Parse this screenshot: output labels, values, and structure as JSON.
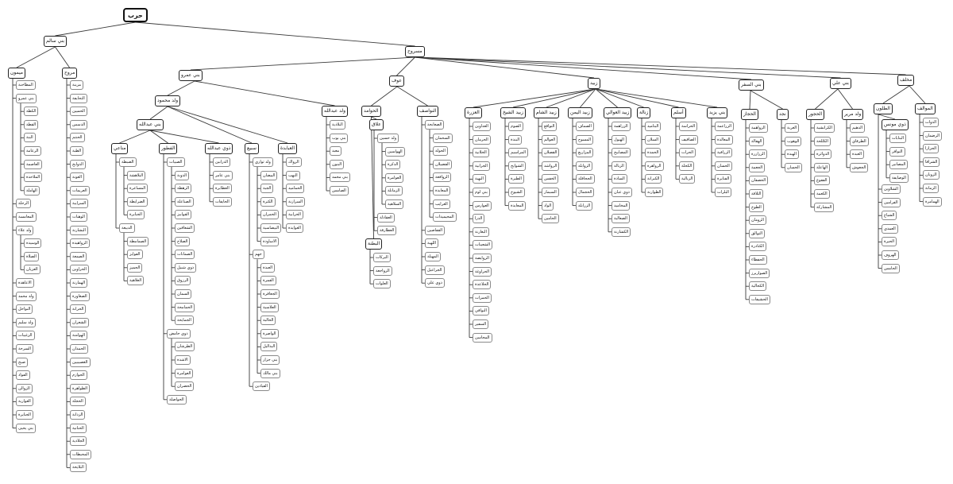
{
  "root": "حرب",
  "groups": [
    {
      "name": "بني سالم",
      "children": [
        {
          "name": "ميمون",
          "children": [
            "المطاحنة",
            {
              "name": "بني عمرو",
              "children": [
                "الكطة",
                "القطة",
                "البنة",
                "الرعامة",
                "العاصمة",
                "الملاحدة",
                "الهاملة"
              ]
            },
            "الرحلة",
            "المعامسة",
            {
              "name": "ولد علاء",
              "children": [
                "الوسيدة",
                "الصلاة",
                "العزيان"
              ]
            },
            "الاعاهدة",
            "ولد محمد",
            "النواحل",
            "ولد سليم",
            "الزغيبات",
            "السرحة",
            "صبح",
            "الفواد",
            "الزوالن",
            "العوارية",
            "الجبايرة",
            "بني يحيى"
          ]
        },
        {
          "name": "مروح",
          "children": [
            "مزينة",
            "التحايفة",
            "الحميين",
            "الدسس",
            "الحنتم",
            "الطبة",
            "الدوايج",
            "العونة",
            "العريمات",
            "السرايبة",
            "الوهبات",
            "البشارنة",
            "الزواهيدة",
            "الصمعة",
            "الحراوين",
            "الهمارنة",
            "الصغاورة",
            "الحرانة",
            "الشعران",
            "الهوامنة",
            "الحمدان",
            "الغصيبيين",
            "الجوازم",
            "الظواهرة",
            "الحجلة",
            "الزدانة",
            "الحنانية",
            "الجلادية",
            "المحيطات",
            "البلايحة"
          ]
        }
      ]
    },
    {
      "name": "مسروح",
      "children": [
        {
          "name": "بني عمرو",
          "children": [
            {
              "name": "ولد محمود",
              "children": [
                {
                  "name": "بني عبدالله",
                  "children": [
                    {
                      "name": "مناعي",
                      "children": [
                        {
                          "name": "الضبطة",
                          "children": [
                            "البلاهشة",
                            "المساعرة",
                            "الضرايطة",
                            "الجبابرة"
                          ]
                        },
                        {
                          "name": "الدبيغة",
                          "children": [
                            "الصمامطة",
                            "القوايز",
                            "الحميز",
                            "العلاهية"
                          ]
                        }
                      ]
                    },
                    {
                      "name": "الفطور",
                      "children": [
                        {
                          "name": "الصبيات",
                          "children": [
                            "الدوبة",
                            "الرهطة",
                            "الصناعلة",
                            "القوابيز",
                            "الشعافين",
                            "الصلاح",
                            "الصمانات",
                            "ذوي شبيل",
                            "الرزوق",
                            "السمان",
                            "الحمامحة",
                            "الجمايحة"
                          ]
                        },
                        {
                          "name": "ذوي حامض",
                          "children": [
                            "الطرشان",
                            "الاشدة",
                            "العوامرة",
                            "الحضران"
                          ]
                        },
                        "الحواصلة"
                      ]
                    },
                    {
                      "name": "ذوي عبدالله",
                      "children": [
                        "الدرابين",
                        "بني عامر",
                        "العطابرة",
                        "الحايفات"
                      ]
                    }
                  ]
                },
                {
                  "name": "سبيع",
                  "children": [
                    {
                      "name": "ولد ثواري",
                      "children": [
                        "البيضان",
                        "الجبة",
                        "الكترة",
                        "الحمران",
                        "البيضاسية",
                        "الاساودة"
                      ]
                    },
                    {
                      "name": "جهم",
                      "children": [
                        "العبدة",
                        "القمرة",
                        "الجعافرة",
                        "العلاسية",
                        "الخالبة",
                        "الواصرة",
                        "البداليل",
                        "بني جزار",
                        "بني مالك"
                      ]
                    },
                    "القيادين"
                  ]
                },
                {
                  "name": "العبابدة",
                  "children": [
                    "الرواك",
                    "النهب",
                    "الحماميد",
                    "السرازنة",
                    "الحرابية",
                    "العوايدة"
                  ]
                }
              ]
            },
            {
              "name": "ولد عبدالله",
              "children": [
                "البلادية",
                "بني بوب",
                "معبد",
                "البنون",
                "بني محمد",
                "الصامس"
              ]
            }
          ]
        },
        {
          "name": "عوف",
          "children": [
            {
              "name": "الحوامد",
              "children": [
                {
                  "name": "علاق",
                  "children": [
                    {
                      "name": "ولد حسين",
                      "children": [
                        "الهواسين",
                        "الذكرة",
                        "العوامرة",
                        "الزمانلة",
                        "السلاهية"
                      ]
                    },
                    "العقادلة",
                    "العطارفة"
                  ]
                },
                {
                  "name": "البطنة",
                  "children": [
                    "البركات",
                    "الزواجعة",
                    "العلوات"
                  ]
                }
              ]
            },
            {
              "name": "النواصف",
              "children": [
                {
                  "name": "الصعابحة",
                  "children": [
                    "السحمان",
                    "الحولة",
                    "الفضيلان",
                    "الزوافعة",
                    "المعايدة",
                    "الغرايب",
                    "المحيميدات"
                  ]
                },
                "القفاصين",
                "اللهبة",
                "المهيلة",
                "الجراعيل",
                "ذوي علي"
              ]
            }
          ]
        },
        {
          "name": "زبيد",
          "children": [
            {
              "name": "العزرة",
              "children": [
                "العداوين",
                "الحرمان",
                "الخلانية",
                "الجرابية",
                "البهبة",
                "بني لوم",
                "العوارس",
                "الدرا",
                "البغارنة",
                "الشعيبات",
                "الروايضة",
                "الحراوغة",
                "الحلاعدة",
                "الحمزات",
                "النواقي",
                "السفير",
                "المحاسن"
              ]
            },
            {
              "name": "زبيد الشيخ",
              "children": [
                "الصوم",
                "البندة",
                "المراسيم",
                "الشوايح",
                "الطيرة",
                "الشيوخ",
                "المعايدة"
              ]
            },
            {
              "name": "زبيد الشام",
              "children": [
                "النوافع",
                "العوالم",
                "القصلان",
                "الرواشد",
                "الخفس",
                "السبمار",
                "الواد",
                "الحامين"
              ]
            },
            {
              "name": "زبيد اليمن",
              "children": [
                "الصماف",
                "المسوح",
                "المزاريع",
                "الزوابلة",
                "الجحافلة",
                "الحجمال",
                "الزرابلة"
              ]
            },
            {
              "name": "زبيد العوالي",
              "children": [
                "الزراهمة",
                "الهيول",
                "المصابيح",
                "الزبالة",
                "السادة",
                "ذوي عبان",
                "المخاميد",
                "الصعالبة",
                "الكشارنة"
              ]
            },
            {
              "name": "زنالة",
              "children": [
                "البتاميد",
                "السلان",
                "الحمدة",
                "الرواهرة",
                "الكبرانة",
                "الطوارنة"
              ]
            },
            {
              "name": "أسلم",
              "children": [
                "الحراسة",
                "الصاقيف",
                "الحرات",
                "الكحلة",
                "الزبالية"
              ]
            },
            {
              "name": "بني يزيد",
              "children": [
                "الزراعمة",
                "المعالدة",
                "الزرافية",
                "الحسان",
                "الفنايرة",
                "البلرات"
              ]
            }
          ]
        },
        {
          "name": "بني السفر",
          "children": [
            {
              "name": "الحجاز",
              "children": [
                "الزواهمة",
                "الهقالة",
                "الزرازرة",
                "الجعمة",
                "الحصفان",
                "الثلاقة",
                "الطوخ",
                "الزومان",
                "التوالق",
                "الكنادرة",
                "الحفظاء",
                "الصواريرز",
                "الكحالية",
                "الحشيفات"
              ]
            },
            {
              "name": "نجد",
              "children": [
                "الغربة",
                "الوهوب",
                "الهبدة",
                "الحسان"
              ]
            }
          ]
        },
        {
          "name": "بني علي",
          "children": [
            {
              "name": "الحجور",
              "children": [
                "الكرانشية",
                "الكللحة",
                "الدوائرة",
                "الهاعلة",
                "الفقوع",
                "الكعمة",
                "المشاركة"
              ]
            },
            {
              "name": "ولد مرير",
              "children": [
                "الدهيم",
                "الطرفاي",
                "العبدة",
                "الجعوش"
              ]
            }
          ]
        },
        {
          "name": "مخلف",
          "children": [
            {
              "name": "الطلون",
              "children": [
                {
                  "name": "ذوي مونس",
                  "children": [
                    "البنابات",
                    "النوافر",
                    "المصانير",
                    "الوصايفة"
                  ]
                },
                "الشلاوين",
                "الفرامين",
                "الشياع",
                "العمدي",
                "الحيرة",
                "الهروف",
                "الحامس"
              ]
            },
            {
              "name": "الموالف",
              "children": [
                "الدوات",
                "الرضمان",
                "الحزازا",
                "الشرافا",
                "الزويان",
                "الزمانة",
                "الهمامرة"
              ]
            }
          ]
        }
      ]
    }
  ]
}
